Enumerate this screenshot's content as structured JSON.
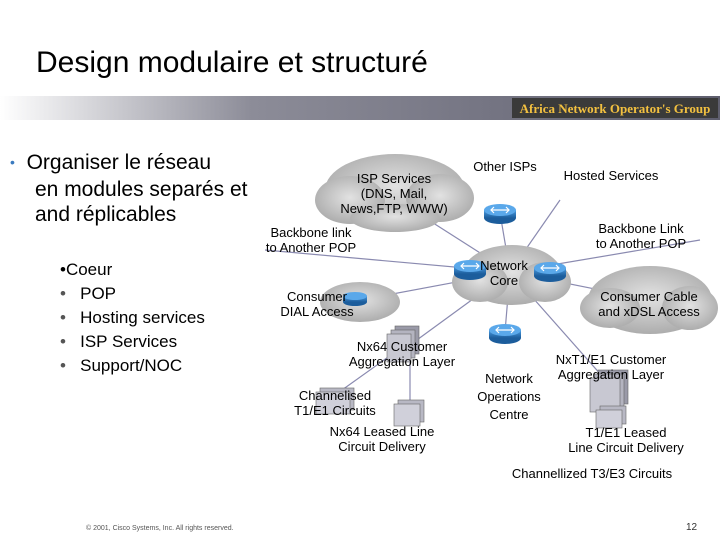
{
  "slide": {
    "title": "Design modulaire et structuré",
    "logo_text": "Africa Network Operator's Group",
    "bullet_main": [
      "Organiser le  réseau",
      "en modules separés et",
      "and réplicables"
    ],
    "sub_items": [
      "•Coeur",
      "POP",
      "Hosting services",
      "ISP Services",
      "Support/NOC"
    ],
    "footer": "© 2001, Cisco Systems, Inc. All rights reserved.",
    "page_number": "12"
  },
  "diagram": {
    "isp_services": [
      "ISP Services",
      "(DNS, Mail,",
      "News,FTP, WWW)"
    ],
    "other_isps": "Other ISPs",
    "hosted_services": "Hosted Services",
    "backbone_link_left": [
      "Backbone link",
      "to Another POP"
    ],
    "backbone_link_right": [
      "Backbone Link",
      "to Another POP"
    ],
    "network_core": [
      "Network",
      "Core"
    ],
    "consumer_dial": [
      "Consumer",
      "DIAL Access"
    ],
    "consumer_cable": [
      "Consumer Cable",
      "and xDSL Access"
    ],
    "nx64_agg": [
      "Nx64 Customer",
      "Aggregation Layer"
    ],
    "nxt1_agg": [
      "NxT1/E1 Customer",
      "Aggregation Layer"
    ],
    "noc": [
      "Network",
      "Operations",
      "Centre"
    ],
    "channelised": [
      "Channelised",
      "T1/E1 Circuits"
    ],
    "nx64_leased": [
      "Nx64 Leased Line",
      "Circuit Delivery"
    ],
    "t1_leased": [
      "T1/E1 Leased",
      "Line Circuit Delivery"
    ],
    "channellized_t3": "Channellized T3/E3 Circuits",
    "colors": {
      "cloud": "#c4c4c4",
      "router": "#2f7fc4",
      "line": "#8a8ab0",
      "band": "#6a6a7a"
    }
  }
}
